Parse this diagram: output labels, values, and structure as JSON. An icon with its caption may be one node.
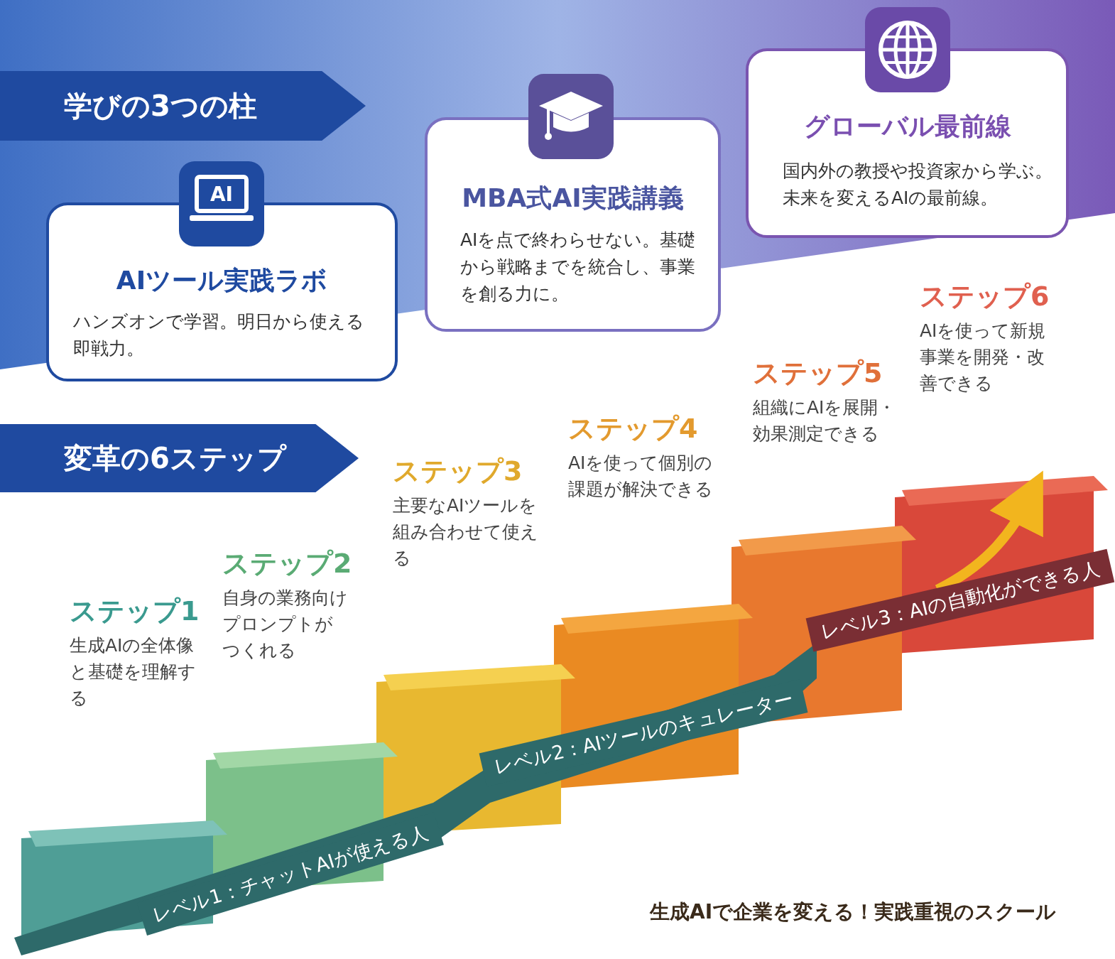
{
  "diagram": {
    "nodes": [
      {
        "text": [
          "学びの3つの柱"
        ]
      },
      {
        "text": [
          "AIツール実践ラボ",
          "ハンズオンで学習。明日から使える即戦力。"
        ]
      },
      {
        "text": [
          "MBA式AI実践講義",
          "AIを点で終わらせない。基礎から戦略までを統合し、事業を創る力に。"
        ]
      },
      {
        "text": [
          "グローバル最前線",
          "国内外の教授や投資家から学ぶ。未来を変えるAIの最前線。"
        ]
      },
      {
        "text": [
          "変革の6ステップ"
        ]
      }
    ],
    "labels": [
      "ステップ1",
      "生成AIの全体像と基礎を理解する",
      "ステップ2",
      "自身の業務向けプロンプトがつくれる",
      "ステップ3",
      "主要なAIツールを組み合わせて使える",
      "ステップ4",
      "AIを使って個別の課題が解決できる",
      "ステップ5",
      "組織にAIを展開・効果測定できる",
      "ステップ6",
      "AIを使って新規事業を開発・改善できる",
      "レベル3：AIの自動化ができる人",
      "レベル2：AIツールのキュレーター",
      "レベル1：チャットAIが使える人",
      "生成AIで企業を変える！実践重視のスクール",
      "AI"
    ]
  }
}
